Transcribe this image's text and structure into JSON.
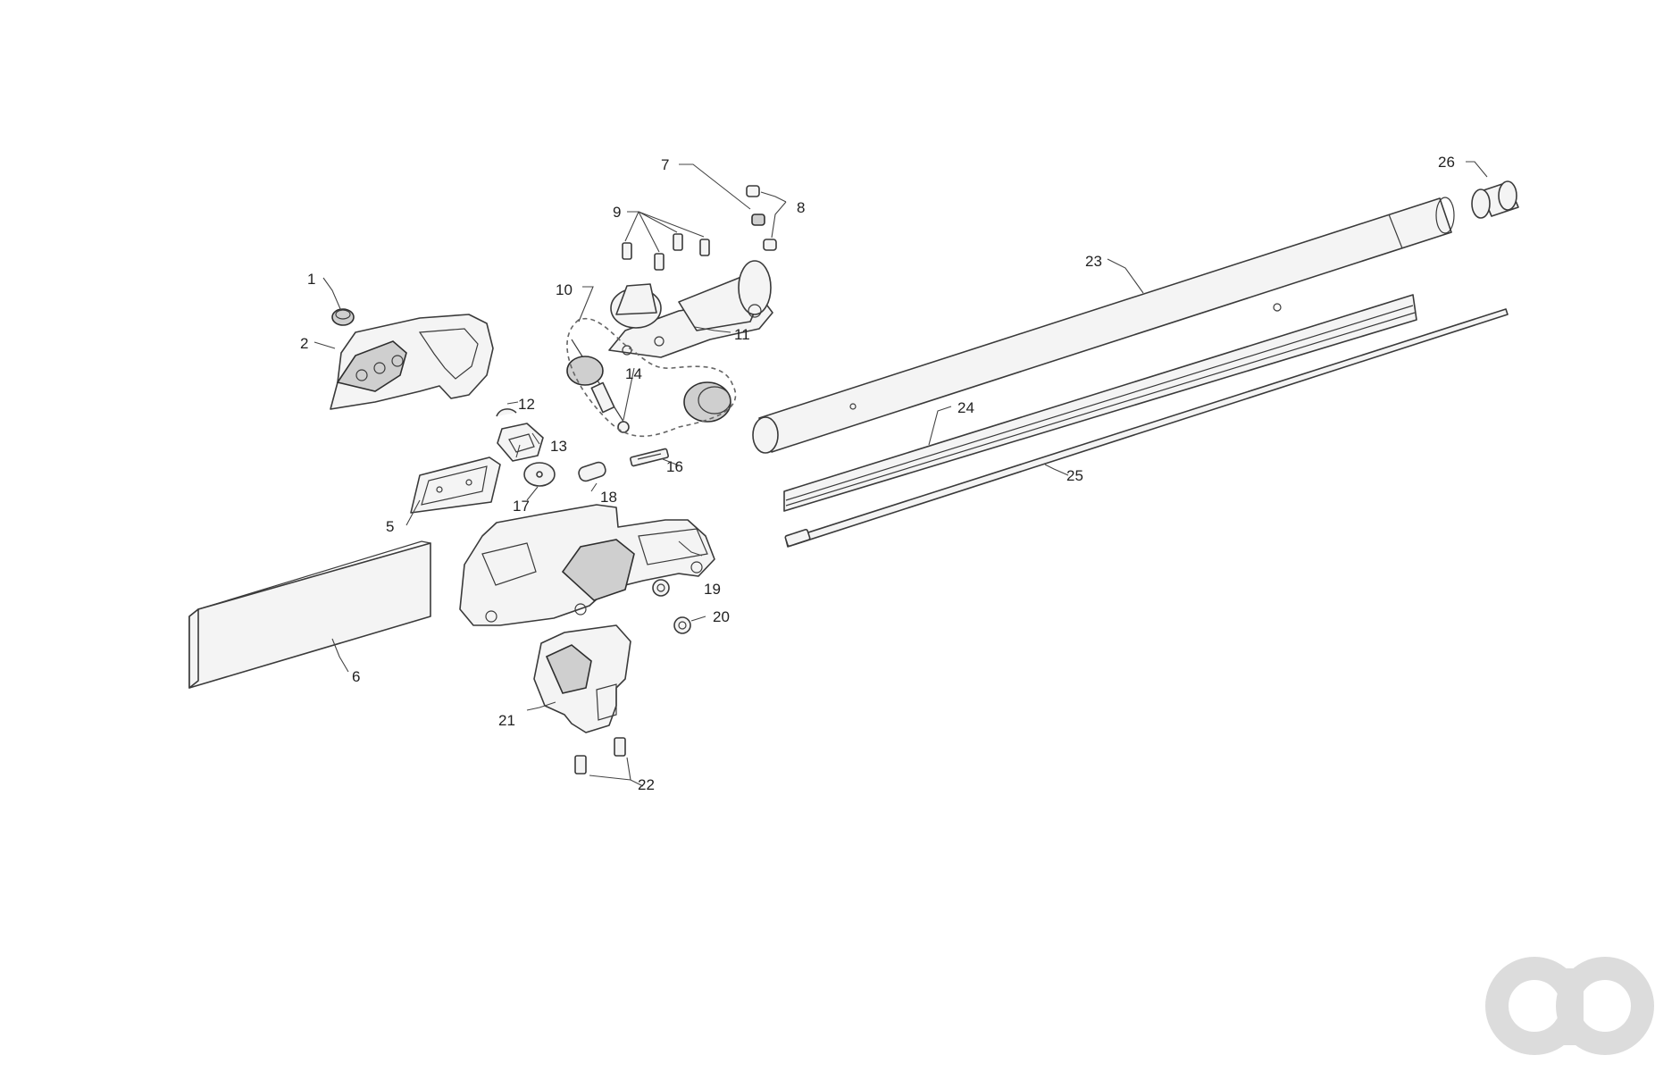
{
  "callouts": {
    "c1": "1",
    "c2": "2",
    "c5": "5",
    "c6": "6",
    "c7": "7",
    "c8": "8",
    "c9": "9",
    "c10": "10",
    "c11": "11",
    "c12": "12",
    "c13": "13",
    "c14": "14",
    "c16": "16",
    "c17": "17",
    "c18": "18",
    "c19": "19",
    "c20": "20",
    "c21": "21",
    "c22": "22",
    "c23": "23",
    "c24": "24",
    "c25": "25",
    "c26": "26"
  },
  "logo": {
    "text": "ao",
    "icon": "ao-logo-watermark",
    "color": "#dcdcdc"
  }
}
